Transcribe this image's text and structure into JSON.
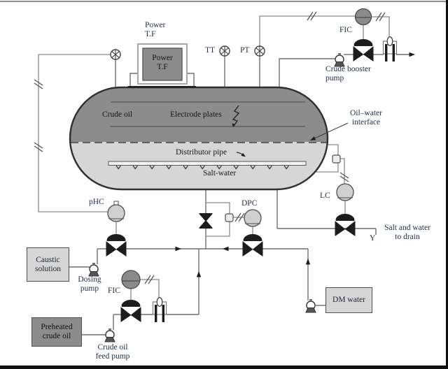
{
  "labels": {
    "power_tf": "Power\nT.F",
    "power_tf_box": "Power\nT.F",
    "tt": "TT",
    "pt": "PT",
    "fic_top": "FIC",
    "crude_booster_pump": "Crude booster\npump",
    "oil_water_interface": "Oil–water\ninterface",
    "crude_oil": "Crude oil",
    "electrode_plates": "Electrode plates",
    "distributor_pipe": "Distributor pipe",
    "salt_water": "Salt-water",
    "phc": "pHC",
    "dpc": "DPC",
    "lc": "LC",
    "caustic_solution": "Caustic\nsolution",
    "dosing_pump": "Dosing\npump",
    "fic_bottom": "FIC",
    "preheated_crude_oil": "Preheated\ncrude oil",
    "crude_oil_feed_pump": "Crude oil\nfeed pump",
    "dm_water": "DM water",
    "salt_and_water_to_drain": "Salt and water\nto drain",
    "y_marker": "Y"
  },
  "colors": {
    "oil_fill": "#8c8c8c",
    "water_fill": "#d6d6d6",
    "controller_light": "#cfcfcf",
    "controller_dark": "#8a8a8a",
    "pipe_line": "#6f6f6f",
    "symbol_dark": "#1c1c1c",
    "text": "#23304a"
  }
}
